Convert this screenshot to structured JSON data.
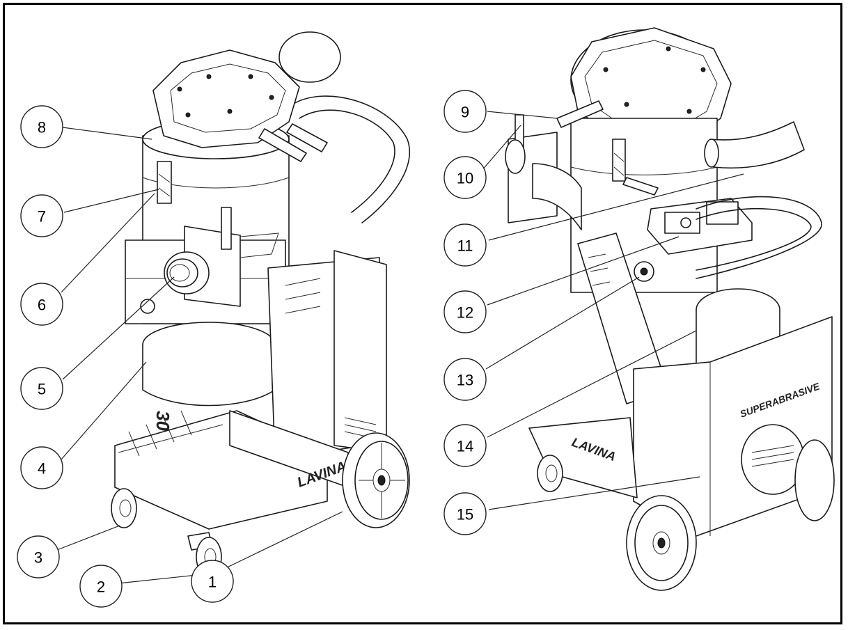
{
  "callouts": [
    {
      "number": "1"
    },
    {
      "number": "2"
    },
    {
      "number": "3"
    },
    {
      "number": "4"
    },
    {
      "number": "5"
    },
    {
      "number": "6"
    },
    {
      "number": "7"
    },
    {
      "number": "8"
    },
    {
      "number": "9"
    },
    {
      "number": "10"
    },
    {
      "number": "11"
    },
    {
      "number": "12"
    },
    {
      "number": "13"
    },
    {
      "number": "14"
    },
    {
      "number": "15"
    }
  ],
  "brand_text": "SUPERABRASIVE",
  "logo_text": "LAVINA",
  "model_text": "30"
}
